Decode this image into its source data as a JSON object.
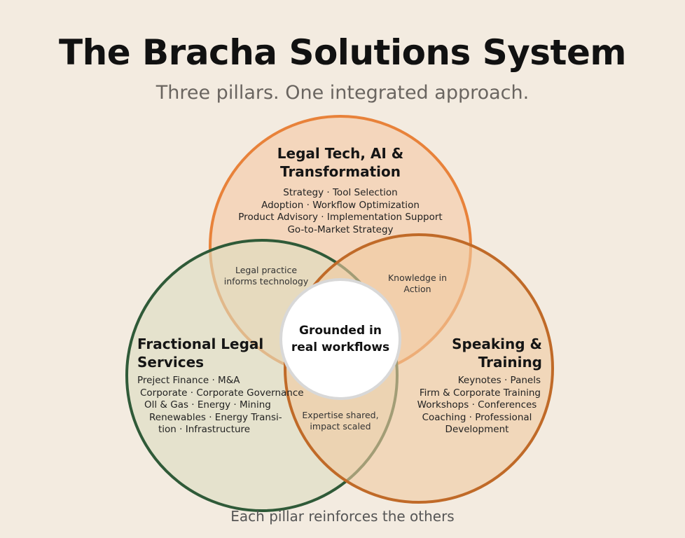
{
  "title": "The Bracha Solutions System",
  "subtitle": "Three pillars. One integrated approach.",
  "colors": {
    "background": "#f3ebe0",
    "top_stroke": "#e8823a",
    "left_stroke": "#2f5a38",
    "right_stroke": "#c06a28"
  },
  "pillars": {
    "top": {
      "title_1": "Legal Tech, AI &",
      "title_2": "Transformation",
      "items": [
        "Strategy · Tool Selection",
        "Adoption · Workflow Optimization",
        "Product Advisory · Implementation Support",
        "Go-to-Market Strategy"
      ]
    },
    "left": {
      "title_1": "Fractional Legal",
      "title_2": "Services",
      "items": [
        "Preject Finance · M&A",
        "Corporate · Corporate Governance",
        "Oll & Gas · Energy · Mining",
        "Renewables · Energy Transi-",
        "tion · Infrastructure"
      ]
    },
    "right": {
      "title_1": "Speaking &",
      "title_2": "Training",
      "items": [
        "Keynotes · Panels",
        "Firm & Corporate Training",
        "Workshops · Conferences",
        "Coaching · Professional",
        "Development"
      ]
    }
  },
  "overlaps": {
    "top_left": [
      "Legal practice",
      "informs technology"
    ],
    "top_right": [
      "Knowledge in",
      "Action"
    ],
    "left_right": [
      "Expertise shared,",
      "impact scaled"
    ]
  },
  "center": [
    "Grounded in",
    "real workflows"
  ],
  "footer": "Each pillar reinforces the others"
}
